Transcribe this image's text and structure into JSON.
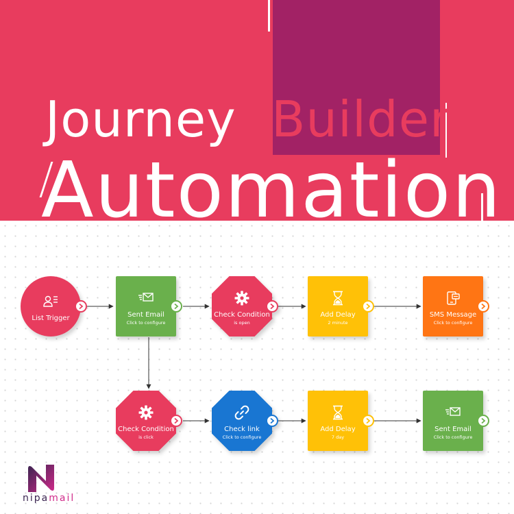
{
  "hero": {
    "title_line1_a": "Journey",
    "title_line1_b": "Builder",
    "title_line2": "Automation",
    "colors": {
      "background": "#e83c5e",
      "square": "#a22265",
      "text": "#ffffff"
    }
  },
  "nodes": [
    {
      "id": "list-trigger",
      "shape": "circle",
      "icon": "user-list-icon",
      "title": "List Trigger",
      "subtitle": "",
      "color": "#e83c5e"
    },
    {
      "id": "sent-email-1",
      "shape": "square",
      "icon": "email-send-icon",
      "title": "Sent Email",
      "subtitle": "Click to configure",
      "color": "#6ab04c"
    },
    {
      "id": "check-condition-1",
      "shape": "octagon",
      "icon": "gear-icon",
      "title": "Check Condition",
      "subtitle": "is open",
      "color": "#e83c5e"
    },
    {
      "id": "add-delay-1",
      "shape": "square",
      "icon": "hourglass-icon",
      "title": "Add Delay",
      "subtitle": "2 minute",
      "color": "#ffc107"
    },
    {
      "id": "sms-message",
      "shape": "square",
      "icon": "sms-icon",
      "title": "SMS Message",
      "subtitle": "Click to configure",
      "color": "#ff7514"
    },
    {
      "id": "check-condition-2",
      "shape": "octagon",
      "icon": "gear-icon",
      "title": "Check Condition",
      "subtitle": "is click",
      "color": "#e83c5e"
    },
    {
      "id": "check-link",
      "shape": "octagon",
      "icon": "link-icon",
      "title": "Check link",
      "subtitle": "Click to configure",
      "color": "#1976d2"
    },
    {
      "id": "add-delay-2",
      "shape": "square",
      "icon": "hourglass-icon",
      "title": "Add Delay",
      "subtitle": "7 day",
      "color": "#ffc107"
    },
    {
      "id": "sent-email-2",
      "shape": "square",
      "icon": "email-send-icon",
      "title": "Sent Email",
      "subtitle": "Click to configure",
      "color": "#6ab04c"
    }
  ],
  "logo": {
    "text_a": "nipa",
    "text_b": "mail",
    "colors": {
      "dark": "#3a2450",
      "pink": "#d02a8a"
    }
  }
}
